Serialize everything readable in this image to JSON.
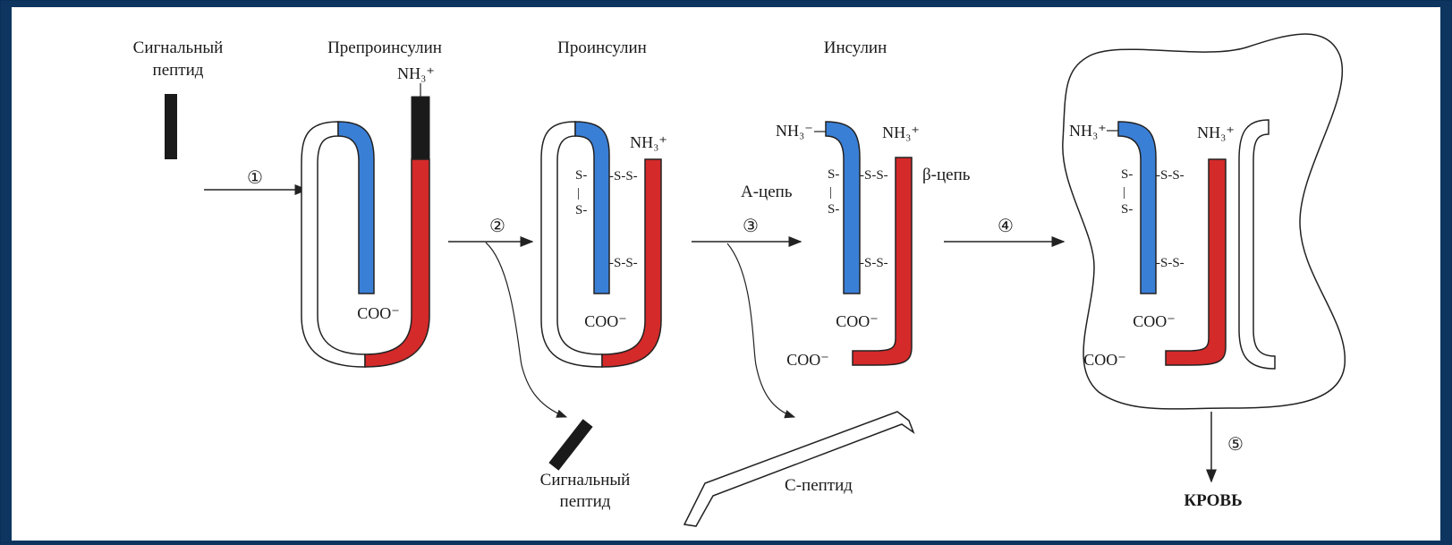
{
  "labels": {
    "signal_peptide_line1": "Сигнальный",
    "signal_peptide_line2": "пептид",
    "preproinsulin": "Препроинсулин",
    "proinsulin": "Проинсулин",
    "insulin": "Инсулин",
    "a_chain": "А-цепь",
    "b_chain": "β-цепь",
    "c_peptide": "С-пептид",
    "blood": "КРОВЬ"
  },
  "steps": [
    "①",
    "②",
    "③",
    "④",
    "⑤"
  ],
  "chem": {
    "nh3_plus": "NH₃⁺",
    "nh3_minus": "NH₃⁻",
    "coo_minus": "COO⁻",
    "ss_bond": "-S-S-",
    "s": "S-"
  },
  "colors": {
    "a_chain": "#3a7fd6",
    "b_chain": "#d42a2a",
    "signal_peptide": "#1a1a1a",
    "c_peptide": "#ffffff",
    "background": "#0d3560"
  }
}
